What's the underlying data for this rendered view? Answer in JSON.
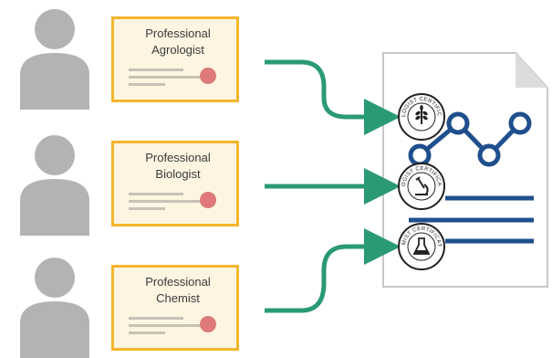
{
  "certificates": [
    {
      "line1": "Professional",
      "line2": "Agrologist"
    },
    {
      "line1": "Professional",
      "line2": "Biologist"
    },
    {
      "line1": "Professional",
      "line2": "Chemist"
    }
  ],
  "stamps": [
    {
      "arc_text": "AGROLOGIST CERTIFICATION",
      "icon": "plant-icon"
    },
    {
      "arc_text": "BIOLOGIST CERTIFICATION",
      "icon": "microscope-icon"
    },
    {
      "arc_text": "CHEMIST CERTIFICATION",
      "icon": "flask-icon"
    }
  ],
  "colors": {
    "person": "#b3b3b3",
    "certificate_border": "#f5b52d",
    "certificate_fill": "#fdf5e2",
    "seal": "#e07979",
    "arrow": "#2a9a72",
    "document_lines": "#1f4f8c",
    "molecule": "#1f4f8c"
  }
}
